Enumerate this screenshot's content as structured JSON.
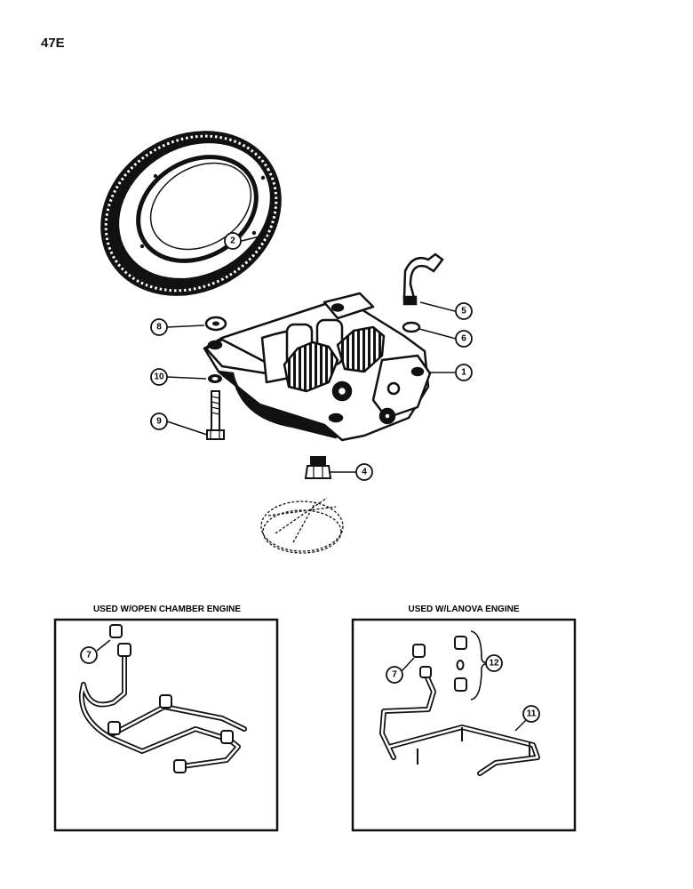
{
  "page": {
    "number": "47E"
  },
  "callouts": {
    "c1": "1",
    "c2": "2",
    "c4": "4",
    "c5": "5",
    "c6": "6",
    "c8": "8",
    "c9": "9",
    "c10": "10",
    "inset_left_7": "7",
    "inset_right_7": "7",
    "c11": "11",
    "c12": "12"
  },
  "insets": {
    "left_title": "USED W/OPEN CHAMBER ENGINE",
    "right_title": "USED W/LANOVA ENGINE"
  }
}
